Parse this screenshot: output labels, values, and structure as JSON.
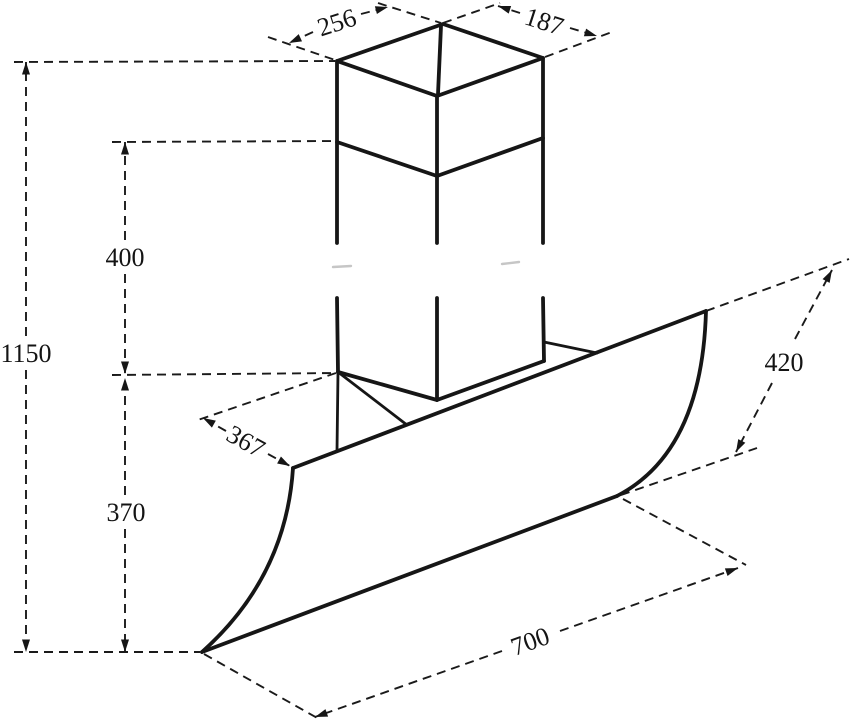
{
  "dimensions": {
    "duct_top_width": "256",
    "duct_top_depth": "187",
    "upper_chimney_height": "400",
    "total_height": "1150",
    "body_rear_height": "370",
    "top_depth_offset": "367",
    "front_panel_height": "420",
    "body_width": "700"
  }
}
